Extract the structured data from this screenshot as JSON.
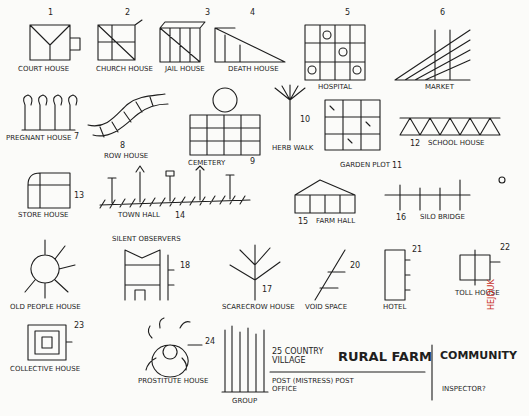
{
  "diagram": {
    "labels": [
      "1",
      "COURT HOUSE",
      "2",
      "CHURCH HOUSE",
      "3",
      "JAIL HOUSE",
      "4",
      "DEATH HOUSE",
      "5",
      "HOSPITAL",
      "6",
      "MARKET",
      "PREGNANT HOUSE",
      "7",
      "8",
      "ROW HOUSE",
      "CEMETERY",
      "9",
      "HERB WALK",
      "10",
      "12",
      "SCHOOL HOUSE",
      "13",
      "STORE HOUSE",
      "TOWN HALL",
      "14",
      "GARDEN PLOT",
      "11",
      "15",
      "FARM HALL",
      "16",
      "SILO BRIDGE",
      "SILENT OBSERVERS",
      "18",
      "OLD PEOPLE HOUSE",
      "17",
      "SCARECROW HOUSE",
      "20",
      "VOID SPACE",
      "21",
      "HOTEL",
      "22",
      "TOLL HOUSE",
      "23",
      "COLLECTIVE HOUSE",
      "24",
      "PROSTITUTE HOUSE",
      "GROUP",
      "25 COUNTRY VILLAGE",
      "RURAL FARM",
      "COMMUNITY",
      "POST (MISTRESS) POST OFFICE",
      "INSPECTOR?",
      "HEJDUK"
    ]
  }
}
